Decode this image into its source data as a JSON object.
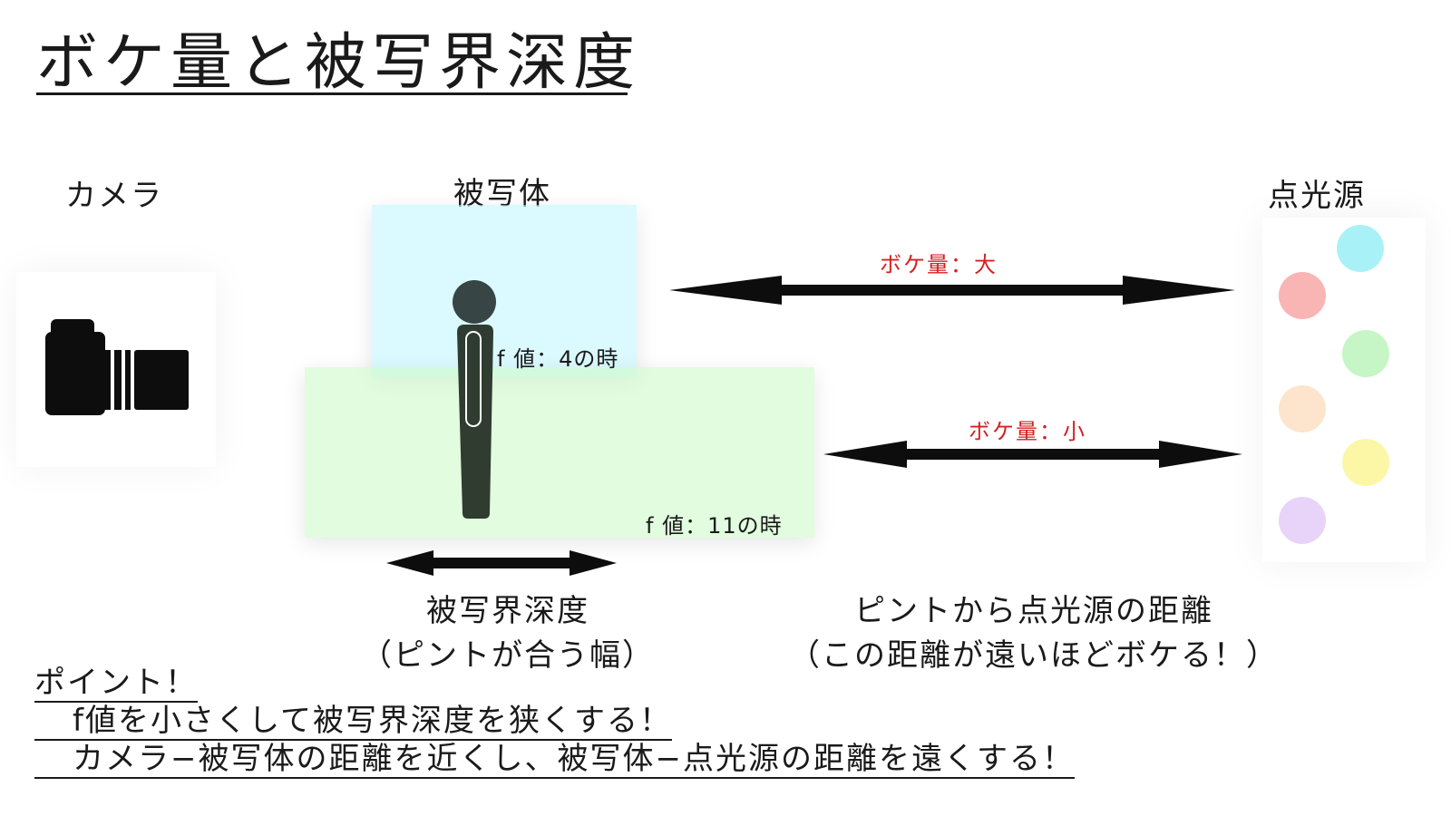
{
  "title": "ボケ量と被写界深度",
  "labels": {
    "camera": "カメラ",
    "subject": "被写体",
    "light_source": "点光源"
  },
  "annotations": {
    "f4": "f 値：4の時",
    "f11": "f 値：11の時",
    "bokeh_large": "ボケ量：大",
    "bokeh_small": "ボケ量：小"
  },
  "captions": {
    "dof_line1": "被写界深度",
    "dof_line2": "（ピントが合う幅）",
    "dist_line1": "ピントから点光源の距離",
    "dist_line2": "（この距離が遠いほどボケる！）"
  },
  "points": {
    "heading": "ポイント！",
    "item1": "f値を小さくして被写界深度を狭くする！",
    "item2": "カメラ−被写体の距離を近くし、被写体−点光源の距離を遠くする！"
  },
  "colors": {
    "accent_red": "#d62020",
    "zone_cyan": "#bef5ff",
    "zone_green": "#cdfac8",
    "lights": [
      "#a8f2f7",
      "#f9b4b4",
      "#c6f5c6",
      "#fde4cc",
      "#fbf7a6",
      "#e8d4f8"
    ]
  }
}
